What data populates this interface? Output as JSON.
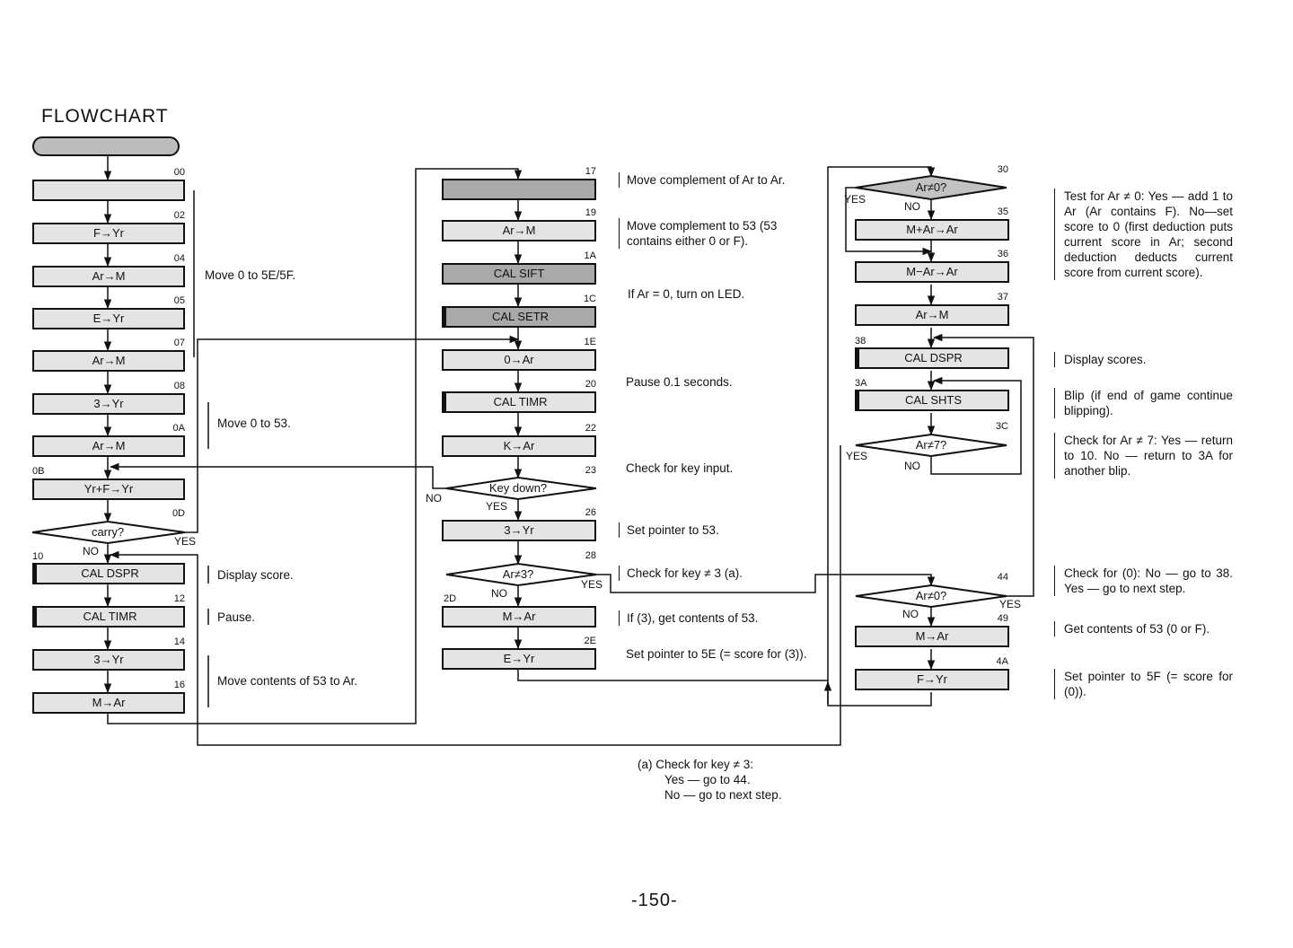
{
  "title": "FLOWCHART",
  "start_label": "",
  "page_number": "-150-",
  "col1": [
    {
      "addr": "00",
      "label": "",
      "call": false,
      "dark": false
    },
    {
      "addr": "02",
      "label": "F→Yr",
      "call": false,
      "dark": false
    },
    {
      "addr": "04",
      "label": "Ar→M",
      "call": false,
      "dark": false
    },
    {
      "addr": "05",
      "label": "E→Yr",
      "call": false,
      "dark": false
    },
    {
      "addr": "07",
      "label": "Ar→M",
      "call": false,
      "dark": false
    },
    {
      "addr": "08",
      "label": "3→Yr",
      "call": false,
      "dark": false
    },
    {
      "addr": "0A",
      "label": "Ar→M",
      "call": false,
      "dark": false
    },
    {
      "addr": "0B",
      "label": "Yr+F→Yr",
      "call": false,
      "dark": false
    },
    {
      "addr": "10",
      "label": "CAL DSPR",
      "call": true,
      "dark": false
    },
    {
      "addr": "12",
      "label": "CAL TIMR",
      "call": true,
      "dark": false
    },
    {
      "addr": "14",
      "label": "3→Yr",
      "call": false,
      "dark": false
    },
    {
      "addr": "16",
      "label": "M→Ar",
      "call": false,
      "dark": false
    }
  ],
  "col1_decision": {
    "addr": "0D",
    "label": "carry?",
    "no": "NO",
    "yes": "YES"
  },
  "col1_notes": [
    "Move 0 to 5E/5F.",
    "Move 0 to 53.",
    "Display score.",
    "Pause.",
    "Move contents of 53 to Ar."
  ],
  "col2": [
    {
      "addr": "17",
      "label": "",
      "call": false,
      "dark": true
    },
    {
      "addr": "19",
      "label": "Ar→M",
      "call": false,
      "dark": false
    },
    {
      "addr": "1A",
      "label": "CAL SIFT",
      "call": false,
      "dark": true
    },
    {
      "addr": "1C",
      "label": "CAL SETR",
      "call": true,
      "dark": true
    },
    {
      "addr": "1E",
      "label": "0→Ar",
      "call": false,
      "dark": false
    },
    {
      "addr": "20",
      "label": "CAL TIMR",
      "call": true,
      "dark": false
    },
    {
      "addr": "22",
      "label": "K→Ar",
      "call": false,
      "dark": false
    },
    {
      "addr": "26",
      "label": "3→Yr",
      "call": false,
      "dark": false
    },
    {
      "addr": "2D",
      "label": "M→Ar",
      "call": false,
      "dark": false
    },
    {
      "addr": "2E",
      "label": "E→Yr",
      "call": false,
      "dark": false
    }
  ],
  "col2_decisions": [
    {
      "addr": "23",
      "label": "Key down?",
      "no": "NO",
      "yes": "YES"
    },
    {
      "addr": "28",
      "label": "Ar≠3?",
      "no": "NO",
      "yes": "YES"
    }
  ],
  "col2_notes": [
    "Move complement of Ar to Ar.",
    "Move complement to 53 (53 contains either 0 or F).",
    "If Ar = 0, turn on LED.",
    "Pause 0.1 seconds.",
    "Check for key input.",
    "Set pointer to 53.",
    "Check for key ≠ 3 (a).",
    "If (3), get contents of 53.",
    "Set pointer to 5E (= score for (3))."
  ],
  "col3": [
    {
      "addr": "35",
      "label": "M+Ar→Ar",
      "call": false,
      "dark": false
    },
    {
      "addr": "36",
      "label": "M−Ar→Ar",
      "call": false,
      "dark": false
    },
    {
      "addr": "37",
      "label": "Ar→M",
      "call": false,
      "dark": false
    },
    {
      "addr": "38",
      "label": "CAL DSPR",
      "call": true,
      "dark": false
    },
    {
      "addr": "3A",
      "label": "CAL SHTS",
      "call": true,
      "dark": false
    },
    {
      "addr": "49",
      "label": "M→Ar",
      "call": false,
      "dark": false
    },
    {
      "addr": "4A",
      "label": "F→Yr",
      "call": false,
      "dark": false
    }
  ],
  "col3_decisions": [
    {
      "addr": "30",
      "label": "Ar≠0?",
      "no": "NO",
      "yes": "YES"
    },
    {
      "addr": "3C",
      "label": "Ar≠7?",
      "no": "NO",
      "yes": "YES"
    },
    {
      "addr": "44",
      "label": "Ar≠0?",
      "no": "NO",
      "yes": "YES"
    }
  ],
  "col3_notes": [
    "Test for Ar ≠ 0: Yes — add 1 to Ar (Ar contains F). No—set score to 0 (first deduction puts current score in Ar; second deduction deducts current score from current score).",
    "Display scores.",
    "Blip (if end of game continue blipping).",
    "Check for Ar ≠ 7: Yes — return to 10. No — return to 3A for another blip.",
    "Check for (0): No — go to 38. Yes — go to next step.",
    "Get contents of 53 (0 or F).",
    "Set pointer to 5F (= score for (0))."
  ],
  "footnote": [
    "(a)  Check for key ≠ 3:",
    "Yes — go to 44.",
    "No — go to next step."
  ]
}
